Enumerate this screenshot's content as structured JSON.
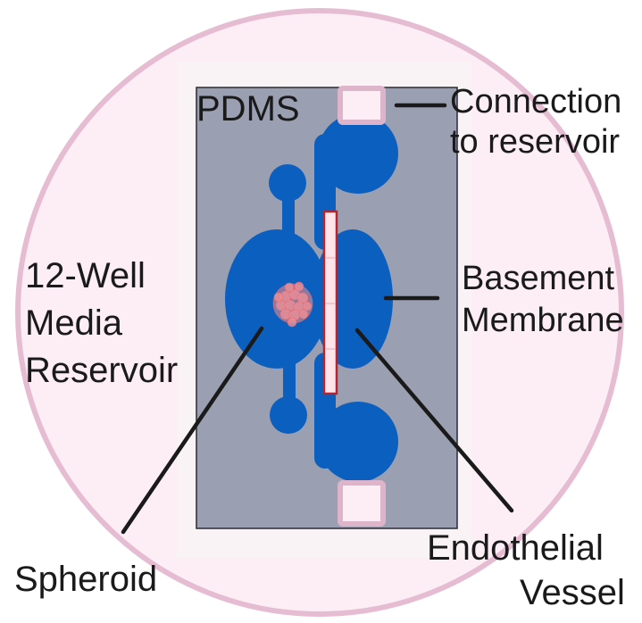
{
  "labels": {
    "pdms": "PDMS",
    "connection_line1": "Connection",
    "connection_line2": "to reservoir",
    "reservoir_line1": "12-Well",
    "reservoir_line2": "Media",
    "reservoir_line3": "Reservoir",
    "membrane_line1": "Basement",
    "membrane_line2": "Membrane",
    "spheroid": "Spheroid",
    "vessel_line1": "Endothelial",
    "vessel_line2": "Vessel"
  },
  "colors": {
    "reservoir_fill": "#fdeef6",
    "reservoir_stroke": "#e6bcd3",
    "pdms_fill": "#9b9fb2",
    "channel_fill": "#0b5fbf",
    "port_fill": "#fdeef6",
    "port_stroke": "#ddb4ca",
    "membrane_fill": "#ffe4ea",
    "membrane_stroke": "#b3262f",
    "spheroid_fill": "#f08f94",
    "leader_line": "#1a1a1a"
  }
}
